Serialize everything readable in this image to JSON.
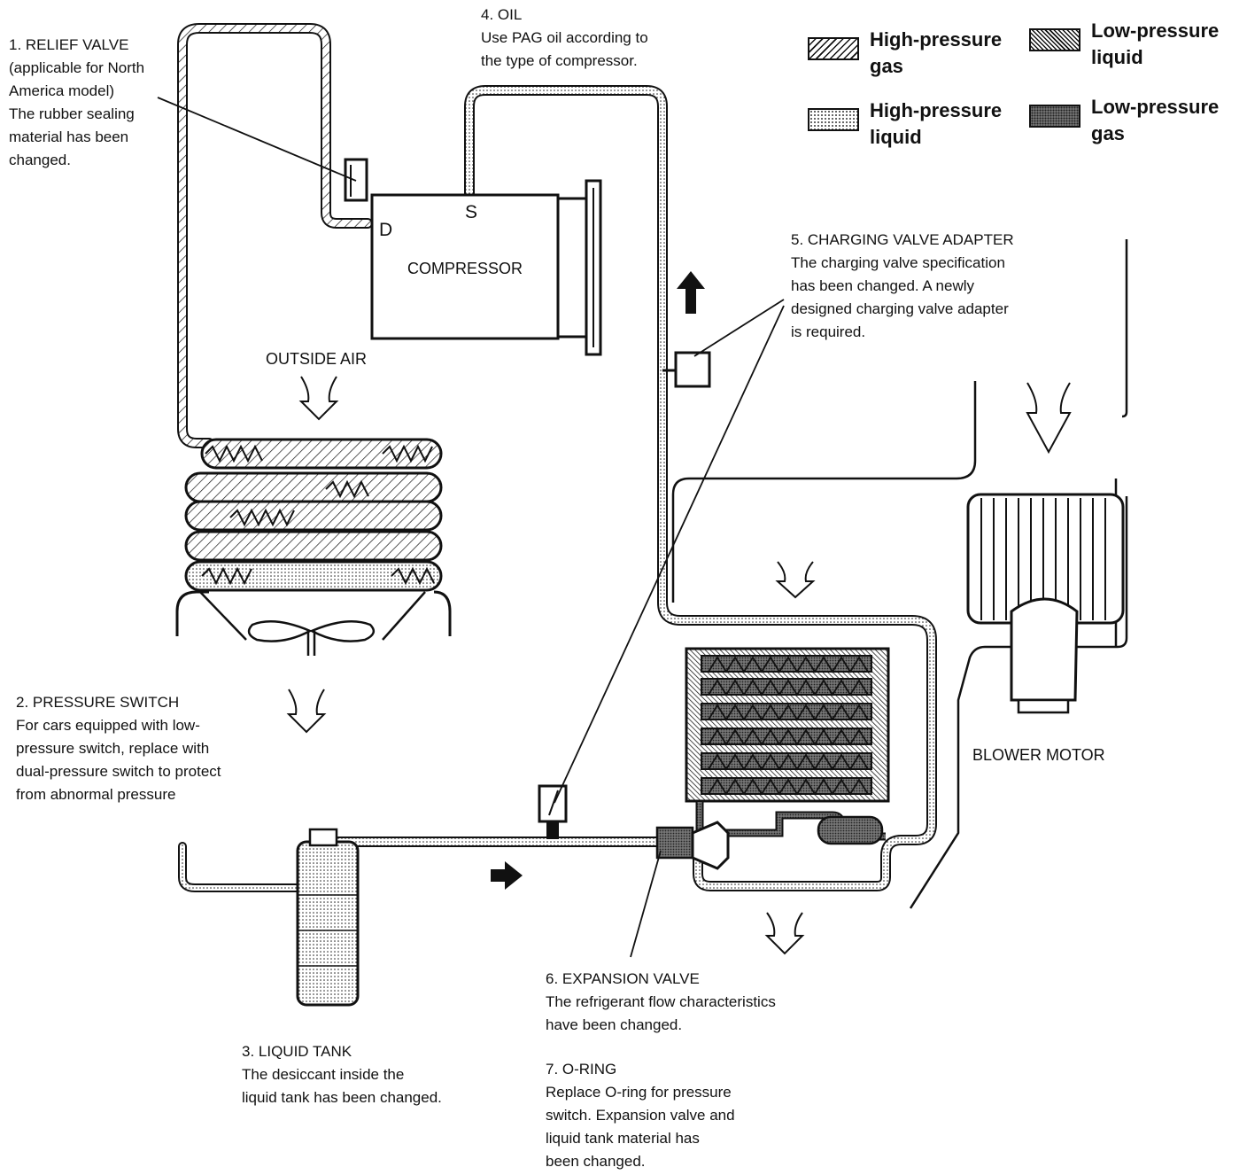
{
  "legend": [
    {
      "label": "High-pressure\ngas",
      "pattern": "hatch-light"
    },
    {
      "label": "Low-pressure\nliquid",
      "pattern": "hatch-dense"
    },
    {
      "label": "High-pressure\nliquid",
      "pattern": "dots"
    },
    {
      "label": "Low-pressure\ngas",
      "pattern": "dark-dots"
    }
  ],
  "notes": {
    "relief_valve": {
      "title": "1. RELIEF VALVE",
      "body": "(applicable for North\nAmerica model)\nThe rubber sealing\nmaterial has been\nchanged."
    },
    "pressure_switch": {
      "title": "2. PRESSURE SWITCH",
      "body": "For cars equipped with low-\npressure switch, replace with\ndual-pressure switch to protect\nfrom abnormal pressure"
    },
    "liquid_tank": {
      "title": "3. LIQUID TANK",
      "body": "The desiccant inside the\nliquid tank has been changed."
    },
    "oil": {
      "title": "4. OIL",
      "body": "Use PAG oil according to\nthe type of compressor."
    },
    "charging_valve": {
      "title": "5. CHARGING VALVE ADAPTER",
      "body": "The charging valve specification\nhas been changed. A newly\ndesigned charging valve adapter\nis required."
    },
    "expansion_valve": {
      "title": "6. EXPANSION VALVE",
      "body": "The refrigerant flow characteristics\nhave been changed."
    },
    "o_ring": {
      "title": "7. O-RING",
      "body": "Replace O-ring for pressure\nswitch. Expansion valve and\nliquid tank material has\nbeen changed."
    }
  },
  "labels": {
    "compressor": "COMPRESSOR",
    "discharge_port": "D",
    "suction_port": "S",
    "outside_air": "OUTSIDE AIR",
    "blower_motor": "BLOWER MOTOR"
  }
}
